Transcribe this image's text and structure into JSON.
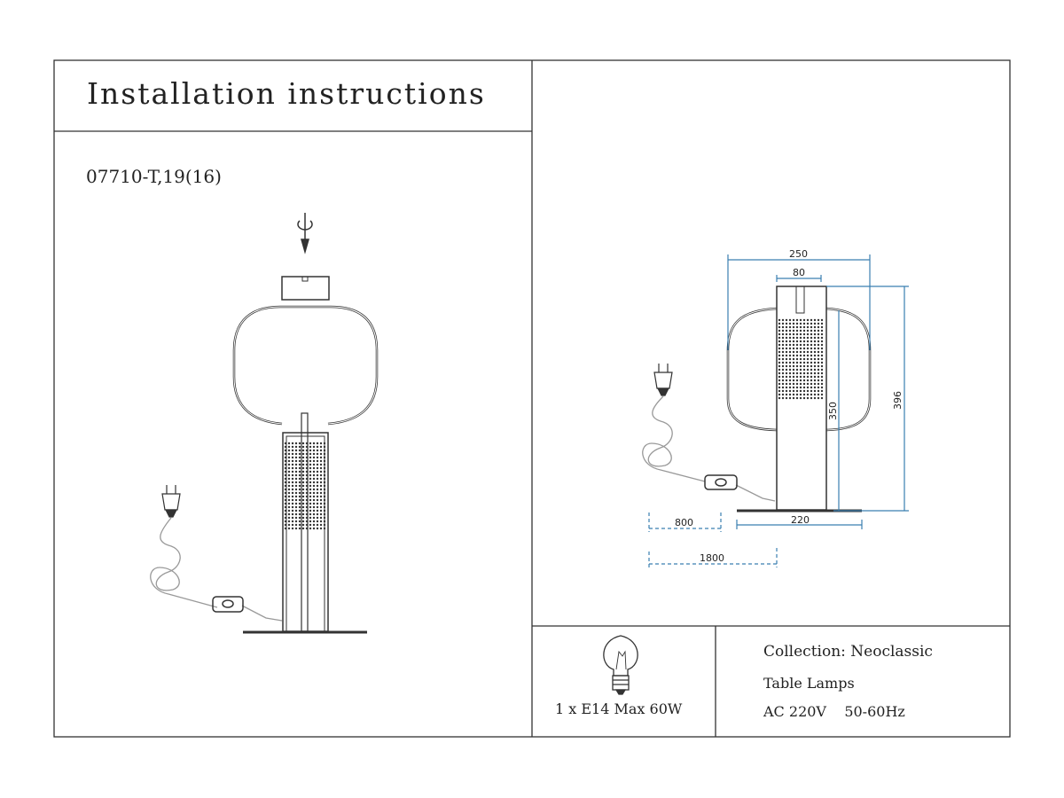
{
  "header": {
    "title": "Installation instructions"
  },
  "model": "07710-T,19(16)",
  "dimensions": {
    "width_total": "250",
    "stem_width": "80",
    "height_total": "396",
    "height_body": "350",
    "base_width": "220",
    "cord_to_switch": "800",
    "cord_length": "1800"
  },
  "bulb": {
    "spec": "1 x E14 Max 60W"
  },
  "info": {
    "collection": "Collection: Neoclassic",
    "type": "Table Lamps",
    "power": "AC 220V    50-60Hz"
  },
  "colors": {
    "line": "#333333",
    "dimension": "#3a7fb0"
  }
}
